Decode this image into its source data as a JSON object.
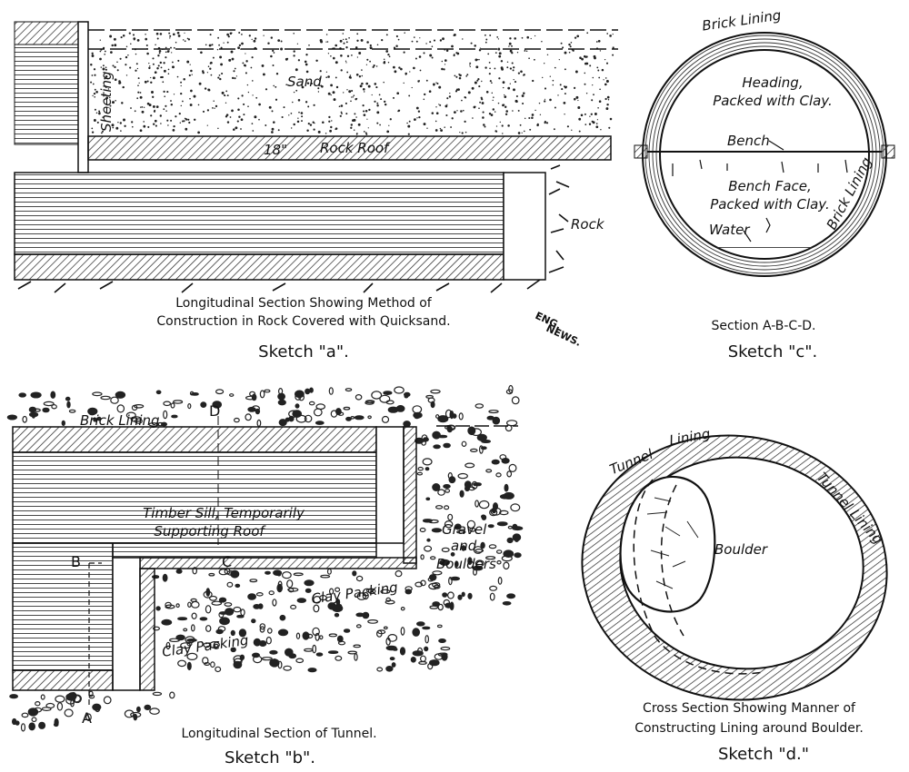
{
  "sketch_a": {
    "labels": {
      "sheeting": "Sheeting",
      "sand": "Sand",
      "eighteen": "18\"",
      "rock_roof": "Rock Roof",
      "rock": "Rock"
    },
    "caption_line1": "Longitudinal Section Showing Method of",
    "caption_line2": "Construction in Rock Covered with Quicksand.",
    "title": "Sketch \"a\".",
    "stamp_line1": "ENG.",
    "stamp_line2": "NEWS."
  },
  "sketch_b": {
    "labels": {
      "brick_lining": "Brick Lining",
      "point_d": "D",
      "point_b": "B",
      "point_c": "C",
      "point_a": "A",
      "timber_sill_1": "Timber Sill, Temporarily",
      "timber_sill_2": "Supporting Roof",
      "gravel": "Gravel",
      "and": "and",
      "boulders": "Boulders",
      "clay_packing_right": "Clay Packing",
      "clay_packing_left": "Clay Packing"
    },
    "caption": "Longitudinal Section of Tunnel.",
    "title": "Sketch \"b\"."
  },
  "sketch_c": {
    "labels": {
      "brick_lining_top": "Brick Lining",
      "heading_1": "Heading,",
      "heading_2": "Packed with Clay.",
      "bench": "Bench",
      "bench_face_1": "Bench Face,",
      "bench_face_2": "Packed with Clay.",
      "brick_lining_side": "Brick Lining",
      "water": "Water"
    },
    "caption": "Section A-B-C-D.",
    "title": "Sketch \"c\"."
  },
  "sketch_d": {
    "labels": {
      "tunnel": "Tunnel",
      "lining": "Lining",
      "tunnel_lining_right": "Tunnel Lining",
      "boulder": "Boulder"
    },
    "caption_line1": "Cross Section Showing Manner of",
    "caption_line2": "Constructing Lining around Boulder.",
    "title": "Sketch \"d.\""
  }
}
